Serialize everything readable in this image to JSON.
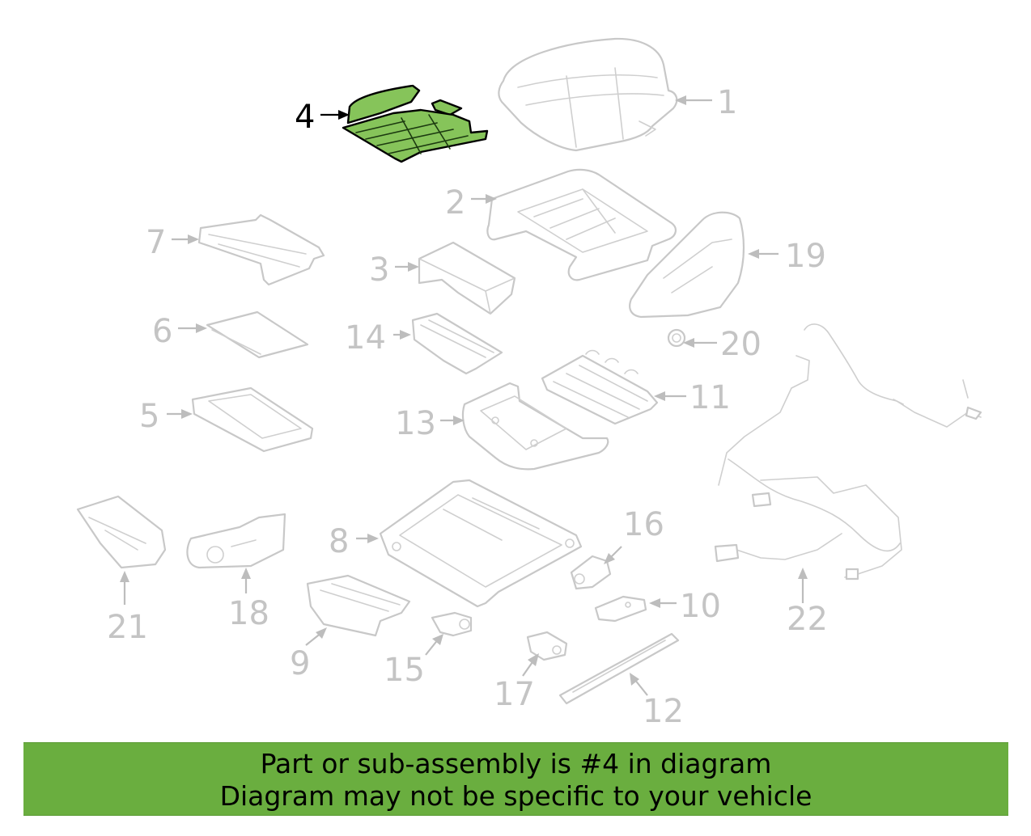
{
  "diagram": {
    "highlight_color": "#86c45a",
    "highlighted_part": "4",
    "callouts": {
      "c1": "1",
      "c2": "2",
      "c3": "3",
      "c4": "4",
      "c5": "5",
      "c6": "6",
      "c7": "7",
      "c8": "8",
      "c9": "9",
      "c10": "10",
      "c11": "11",
      "c12": "12",
      "c13": "13",
      "c14": "14",
      "c15": "15",
      "c16": "16",
      "c17": "17",
      "c18": "18",
      "c19": "19",
      "c20": "20",
      "c21": "21",
      "c22": "22"
    }
  },
  "banner": {
    "line1": "Part or sub-assembly is #4 in diagram",
    "line2": "Diagram may not be specific to your vehicle",
    "background_color": "#6aae3f"
  }
}
